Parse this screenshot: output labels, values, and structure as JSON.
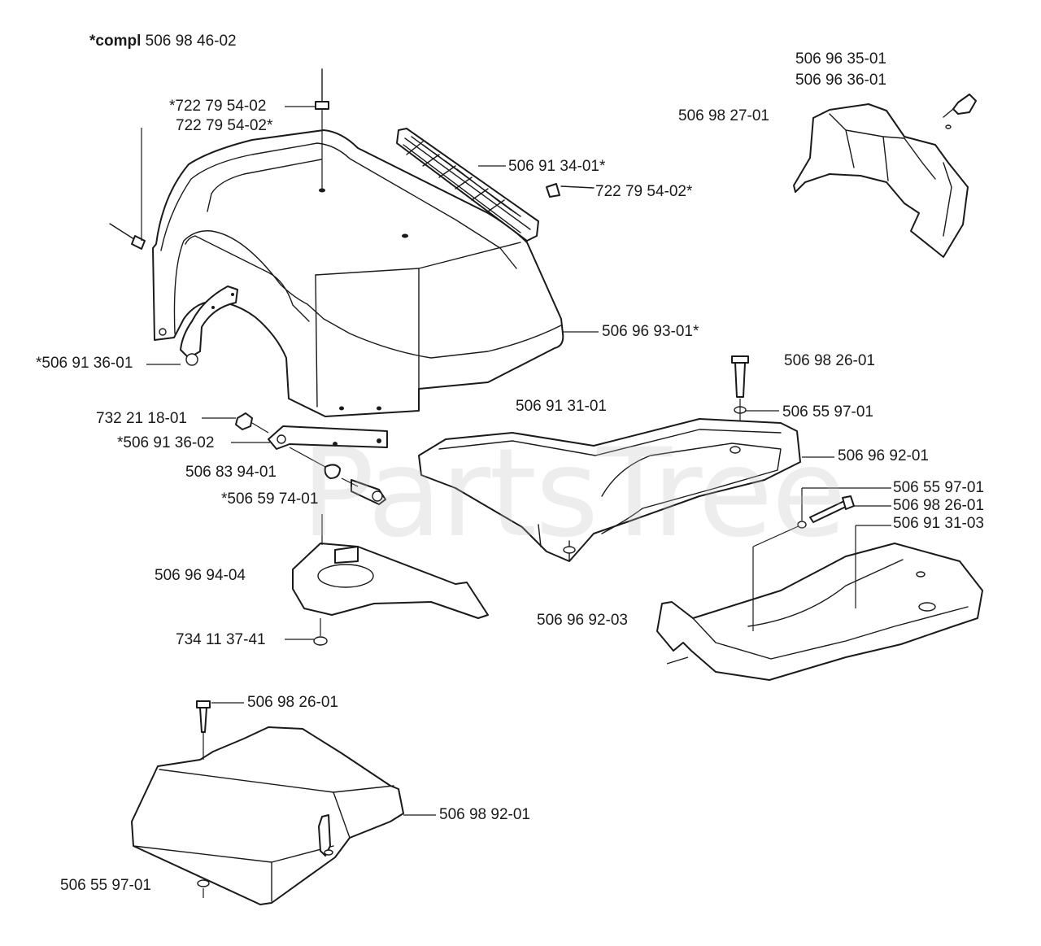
{
  "watermark": "PartsTree",
  "assembly": {
    "prefix": "*compl",
    "number": "506 98 46-02"
  },
  "callouts": {
    "rivet_top_a": "*722 79 54-02",
    "rivet_top_b": "722 79 54-02*",
    "grille": "506 91 34-01*",
    "rivet_grille": "722 79 54-02*",
    "hood": "506 96 93-01*",
    "bracket_left": "*506 91 36-01",
    "shield_a": "506 96 35-01",
    "shield_b": "506 96 36-01",
    "shield_c": "506 98 27-01",
    "screw_right": "506 98 26-01",
    "washer_right": "506 55 97-01",
    "tray_ref": "506 91 31-01",
    "tray": "506 96 92-01",
    "nut": "732 21 18-01",
    "bracket_lower": "*506 91 36-02",
    "washer_mid": "506 83 94-01",
    "bolt_mid": "*506 59 74-01",
    "washer_r2": "506 55 97-01",
    "screw_r2": "506 98 26-01",
    "tray_r2": "506 91 31-03",
    "cup": "506 96 94-04",
    "washer_small": "734 11 37-41",
    "tray_right_ref": "506 96 92-03",
    "screw_bottom": "506 98 26-01",
    "cover_bottom": "506 98 92-01",
    "washer_bottom": "506 55 97-01"
  }
}
